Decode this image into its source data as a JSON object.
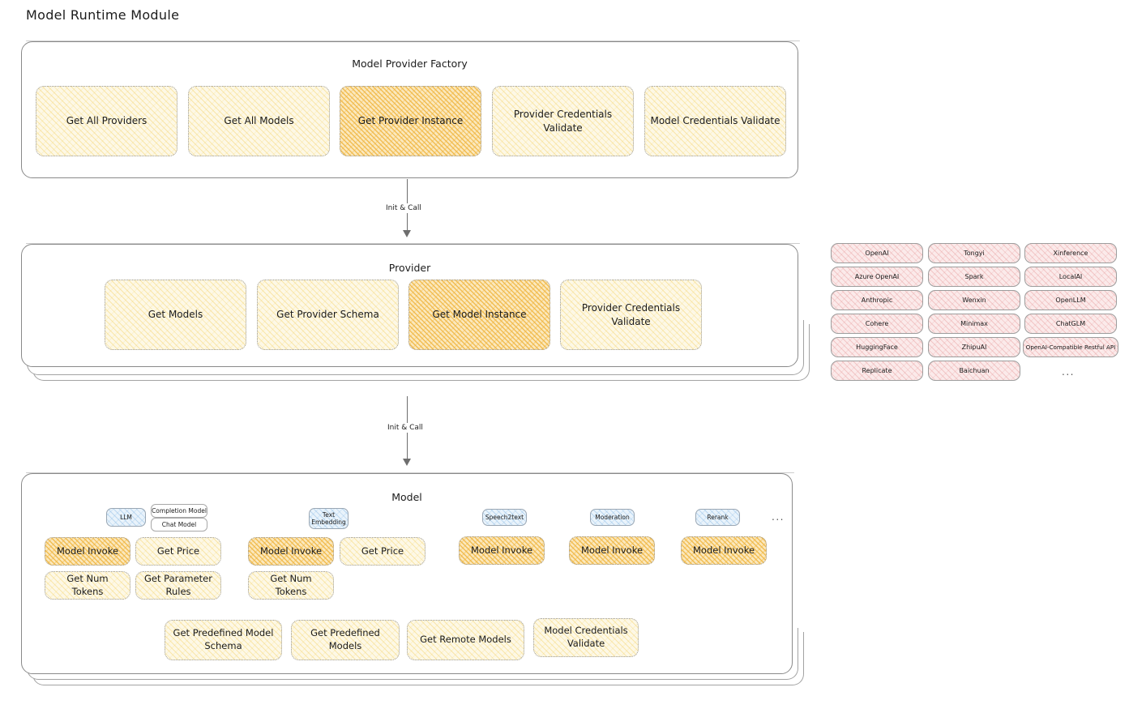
{
  "page": {
    "title": "Model Runtime Module"
  },
  "factory": {
    "title": "Model Provider Factory",
    "nodes": [
      {
        "label": "Get All Providers",
        "highlight": false
      },
      {
        "label": "Get All Models",
        "highlight": false
      },
      {
        "label": "Get Provider Instance",
        "highlight": true
      },
      {
        "label": "Provider Credentials Validate",
        "highlight": false
      },
      {
        "label": "Model Credentials Validate",
        "highlight": false
      }
    ]
  },
  "arrows": [
    {
      "label": "Init & Call"
    },
    {
      "label": "Init & Call"
    }
  ],
  "provider": {
    "title": "Provider",
    "nodes": [
      {
        "label": "Get Models",
        "highlight": false
      },
      {
        "label": "Get Provider Schema",
        "highlight": false
      },
      {
        "label": "Get Model Instance",
        "highlight": true
      },
      {
        "label": "Provider Credentials Validate",
        "highlight": false
      }
    ]
  },
  "provider_list": {
    "ellipsis": "...",
    "columns": [
      {
        "items": [
          "OpenAI",
          "Azure OpenAI",
          "Anthropic",
          "Cohere",
          "HuggingFace",
          "Replicate"
        ]
      },
      {
        "items": [
          "Tongyi",
          "Spark",
          "Wenxin",
          "Minimax",
          "ZhipuAI",
          "Baichuan"
        ]
      },
      {
        "items": [
          "Xinference",
          "LocalAI",
          "OpenLLM",
          "ChatGLM",
          "OpenAI-Compatible Restful API"
        ]
      }
    ]
  },
  "model": {
    "title": "Model",
    "ellipsis": "...",
    "types": [
      {
        "badge": "LLM",
        "subbadges": [
          "Completion Model",
          "Chat Model"
        ],
        "methods": [
          {
            "label": "Model Invoke",
            "highlight": true
          },
          {
            "label": "Get Price",
            "highlight": false
          },
          {
            "label": "Get Num Tokens",
            "highlight": false
          },
          {
            "label": "Get Parameter Rules",
            "highlight": false
          }
        ]
      },
      {
        "badge": "Text Embedding",
        "subbadges": [],
        "methods": [
          {
            "label": "Model Invoke",
            "highlight": true
          },
          {
            "label": "Get Price",
            "highlight": false
          },
          {
            "label": "Get Num Tokens",
            "highlight": false
          }
        ]
      },
      {
        "badge": "Speech2text",
        "subbadges": [],
        "methods": [
          {
            "label": "Model Invoke",
            "highlight": true
          }
        ]
      },
      {
        "badge": "Moderation",
        "subbadges": [],
        "methods": [
          {
            "label": "Model Invoke",
            "highlight": true
          }
        ]
      },
      {
        "badge": "Rerank",
        "subbadges": [],
        "methods": [
          {
            "label": "Model Invoke",
            "highlight": true
          }
        ]
      }
    ],
    "common_methods": [
      {
        "label": "Get Predefined Model Schema"
      },
      {
        "label": "Get Predefined Models"
      },
      {
        "label": "Get Remote Models"
      },
      {
        "label": "Model Credentials Validate"
      }
    ]
  },
  "colors": {
    "cream": "#fdf8e6",
    "amber": "#fbe8bd",
    "pink": "#fbeaea",
    "blue": "#e9f3fb",
    "stroke": "#8a8a8a",
    "text": "#1b1b1b"
  }
}
